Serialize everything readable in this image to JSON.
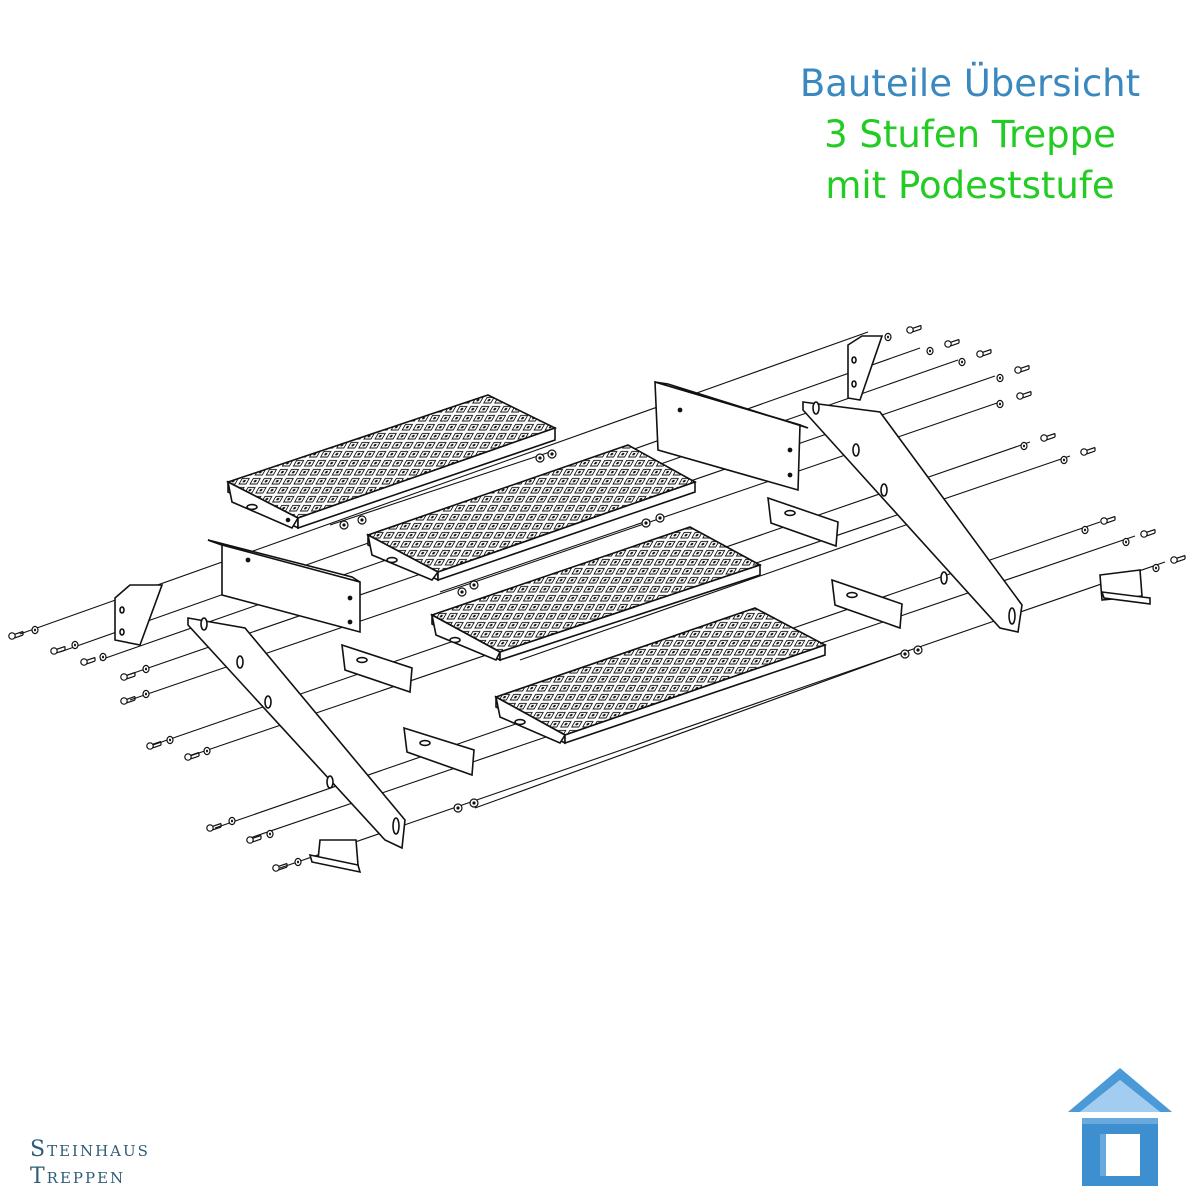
{
  "title": {
    "line1": "Bauteile Übersicht",
    "line2": "3 Stufen Treppe",
    "line3": "mit Podeststufe"
  },
  "brand": {
    "name_line1": "Steinhaus",
    "name_line2": "Treppen",
    "logo_icon": "house-logo-icon"
  },
  "colors": {
    "title_primary": "#3a88c0",
    "title_secondary": "#22cc22",
    "brand_text": "#2f5d77",
    "logo_blue": "#4a9ad8",
    "line": "#111111"
  }
}
